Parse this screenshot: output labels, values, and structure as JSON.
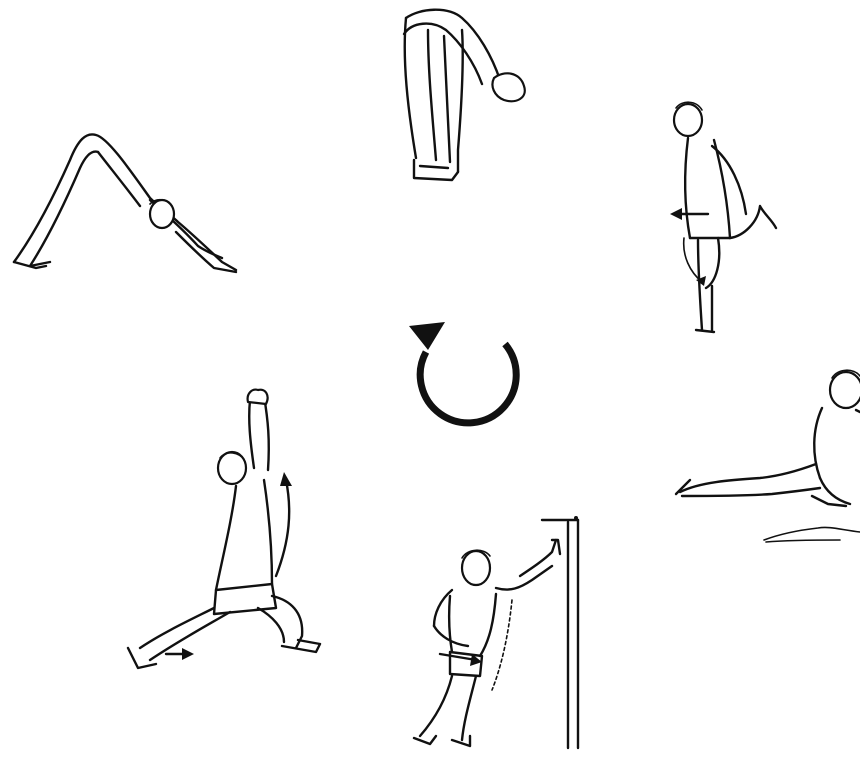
{
  "figure": {
    "kind": "stretching-routine-cycle",
    "stroke_color": "#111111",
    "background_color": "#ffffff",
    "center_symbol": "clockwise-cycle-arrow-icon",
    "figures": [
      {
        "name": "downward-dog-stretch"
      },
      {
        "name": "standing-forward-bend-stretch"
      },
      {
        "name": "standing-quad-stretch"
      },
      {
        "name": "seated-hip-flexor-stretch"
      },
      {
        "name": "wall-it-band-stretch"
      },
      {
        "name": "high-lunge-arm-reach-stretch"
      }
    ]
  }
}
